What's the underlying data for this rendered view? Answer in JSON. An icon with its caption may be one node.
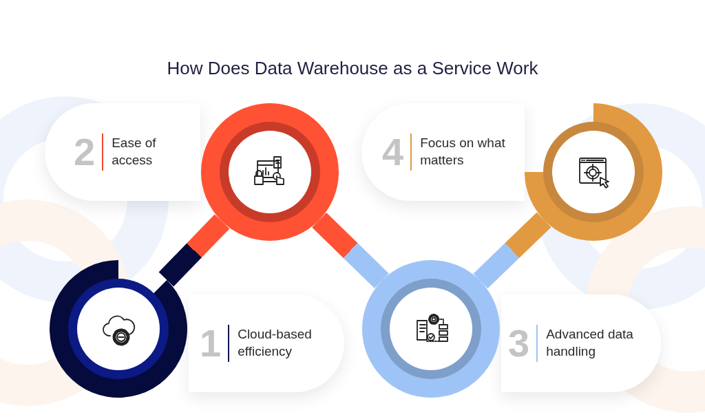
{
  "diagram": {
    "title": "How Does Data Warehouse as a Service Work",
    "nodes": [
      {
        "text": [
          "1",
          "Cloud-based efficiency"
        ]
      },
      {
        "text": [],
        "shape": "circle"
      },
      {
        "text": [
          "2",
          "Ease of access"
        ]
      },
      {
        "text": [],
        "shape": "circle"
      },
      {
        "text": [
          "3",
          "Advanced data handling"
        ]
      },
      {
        "text": [],
        "shape": "circle"
      },
      {
        "text": [
          "4",
          "Focus on what matters"
        ]
      },
      {
        "text": [],
        "shape": "circle"
      }
    ],
    "edges": [
      {
        "from": 1,
        "to": 3,
        "arrow": "none"
      },
      {
        "from": 3,
        "to": 5,
        "arrow": "none"
      },
      {
        "from": 5,
        "to": 7,
        "arrow": "none"
      }
    ]
  }
}
